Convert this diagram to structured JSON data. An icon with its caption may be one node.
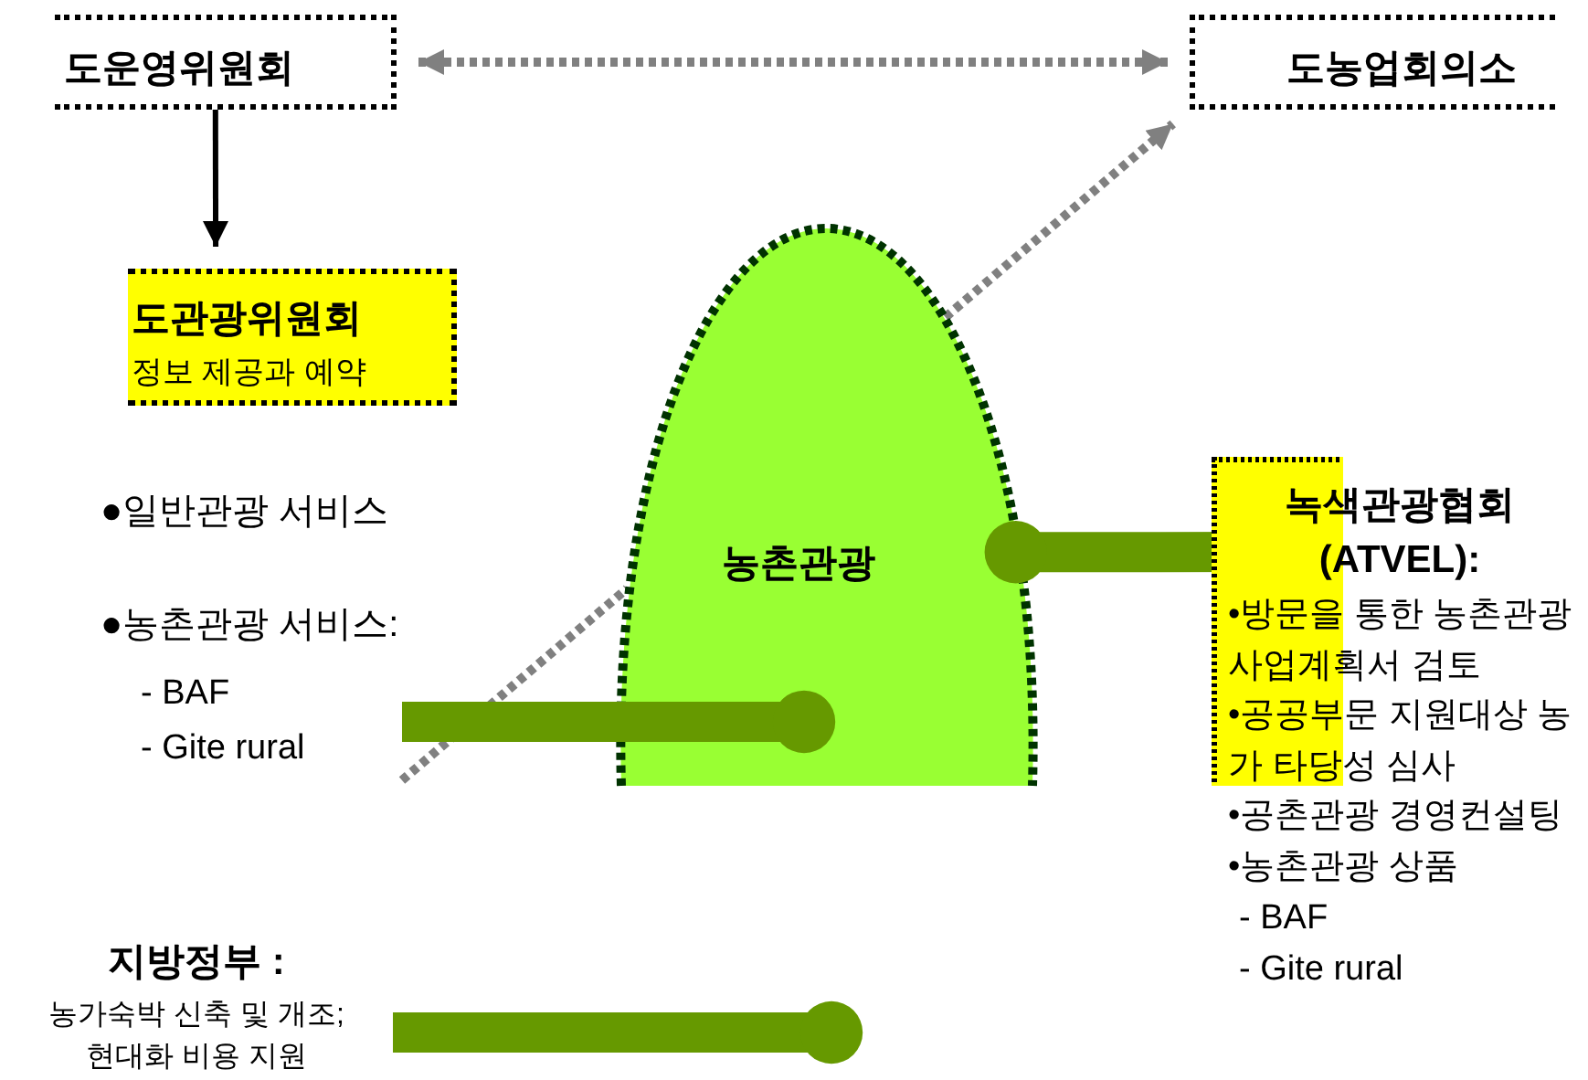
{
  "diagram": {
    "nodes": [
      {
        "text": [
          "도운영위원회"
        ]
      },
      {
        "text": [
          "도농업회의소"
        ]
      },
      {
        "text": [
          "도관광위원회",
          "정보 제공과 예약"
        ]
      },
      {
        "text": [
          "농촌관광"
        ]
      },
      {
        "text": [
          "녹색관광협회 (ATVEL):",
          "•방문을 통한 농촌관광 사업계획서 검토",
          "•공공부문 지원대상 농가 타당성 심사",
          "•공촌관광 경영컨설팅",
          "•농촌관광 상품",
          "- BAF",
          "- Gite rural"
        ]
      },
      {
        "text": [
          "●일반관광 서비스",
          "●농촌관광 서비스:",
          "- BAF",
          "- Gite rural"
        ]
      },
      {
        "text": [
          "지방정부 :",
          "농가숙박 신축 및 개조; 현대화 비용 지원"
        ]
      }
    ],
    "edges": [
      {
        "from": 0,
        "to": 1,
        "arrow": "both",
        "style": "dashed",
        "color": "#808080"
      },
      {
        "from": 0,
        "to": 2,
        "arrow": "to",
        "color": "#000000"
      },
      {
        "from": 5,
        "to": 3,
        "arrow": "none",
        "style": "dashed",
        "color": "#808080"
      },
      {
        "from": 5,
        "to": 3,
        "arrow": "other",
        "style": "thick",
        "color": "#669900"
      },
      {
        "from": 4,
        "to": 3,
        "arrow": "other",
        "style": "thick",
        "color": "#669900"
      },
      {
        "from": 6,
        "to": null,
        "arrow": "other",
        "style": "thick",
        "color": "#669900"
      },
      {
        "from": 3,
        "to": 1,
        "arrow": "to",
        "style": "dashed",
        "color": "#808080"
      }
    ]
  }
}
